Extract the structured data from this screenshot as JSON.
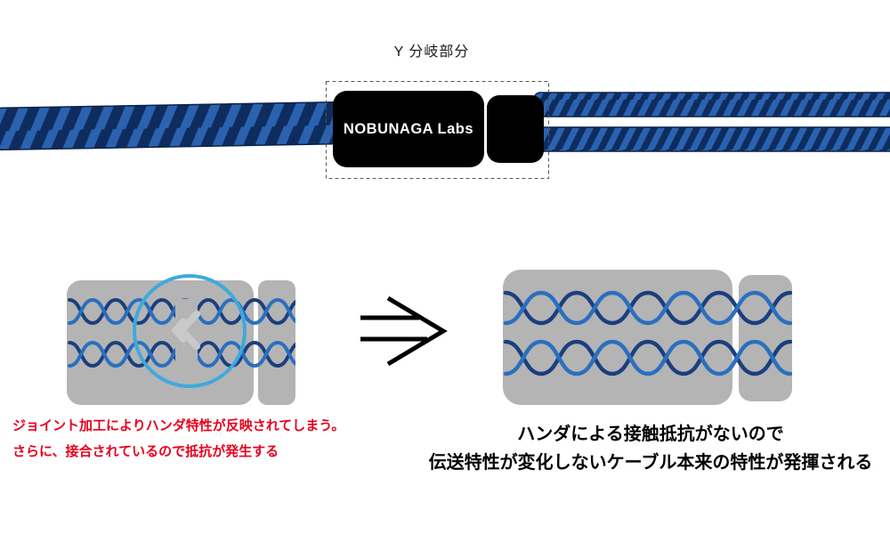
{
  "top": {
    "y_branch_label": "Y 分岐部分",
    "connector_brand": "NOBUNAGA Labs"
  },
  "left_diagram": {
    "caption_line1": "ジョイント加工によりハンダ特性が反映されてしまう。",
    "caption_line2": "さらに、接合されているので抵抗が発生する"
  },
  "right_diagram": {
    "caption_line1": "ハンダによる接触抵抗がないので",
    "caption_line2": "伝送特性が変化しないケーブル本来の特性が発揮される"
  },
  "colors": {
    "cable-base": "#0e2d5e",
    "cable-stripe": "#2b62b0",
    "cable-edge": "#0a2148",
    "connector-black": "#000000",
    "diagram-gray": "#b4b4b4",
    "wire-navy": "#1b3f7d",
    "wire-blue": "#2a6fc0",
    "highlight-blue": "#3fa9dc",
    "solder-gray": "#c9c9c9",
    "caption-red": "#e8001c",
    "caption-black": "#000000"
  }
}
